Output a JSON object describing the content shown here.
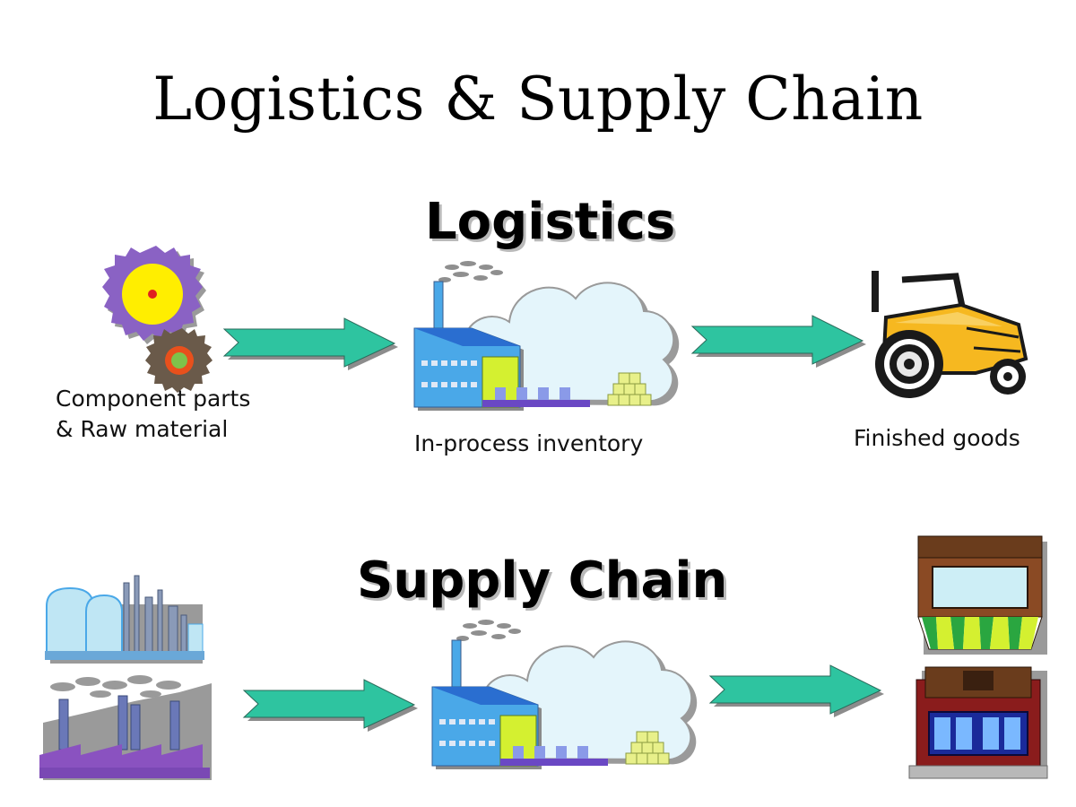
{
  "title": "Logistics & Supply Chain",
  "logistics": {
    "heading": "Logistics",
    "stages": [
      {
        "label_lines": [
          "Component parts",
          "& Raw material"
        ],
        "icon": "gears-icon"
      },
      {
        "label_lines": [
          "In-process inventory"
        ],
        "icon": "factory-icon"
      },
      {
        "label_lines": [
          "Finished goods"
        ],
        "icon": "tractor-icon"
      }
    ]
  },
  "supply_chain": {
    "heading": "Supply Chain",
    "stages": [
      {
        "icon": "industrial-plants-icon"
      },
      {
        "icon": "factory-icon"
      },
      {
        "icon": "retail-stores-icon"
      }
    ]
  },
  "colors": {
    "arrow": "#2ec4a0",
    "factory": "#4aa8e8",
    "cloud": "#e4f5fb",
    "gear_outer": "#8a62c4",
    "gear_inner": "#ffee00",
    "tractor": "#f6b820"
  }
}
